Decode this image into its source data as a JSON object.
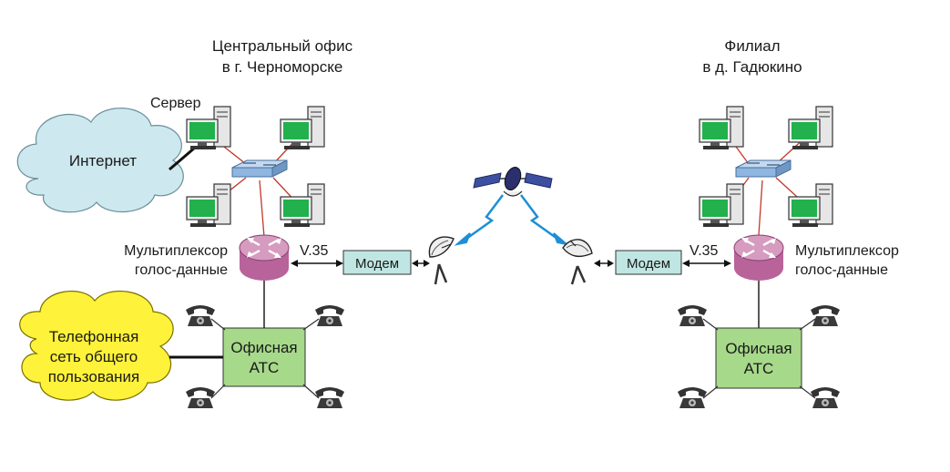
{
  "central": {
    "title_line1": "Центральный офис",
    "title_line2": "в г. Черноморске",
    "server_label": "Сервер",
    "internet_label": "Интернет",
    "mux_line1": "Мультиплексор",
    "mux_line2": "голос-данные",
    "link_label": "V.35",
    "modem_label": "Модем",
    "ats_line1": "Офисная",
    "ats_line2": "АТС",
    "pstn_line1": "Телефонная",
    "pstn_line2": "сеть общего",
    "pstn_line3": "пользования"
  },
  "branch": {
    "title_line1": "Филиал",
    "title_line2": "в д. Гадюкино",
    "mux_line1": "Мультиплексор",
    "mux_line2": "голос-данные",
    "link_label": "V.35",
    "modem_label": "Модем",
    "ats_line1": "Офисная",
    "ats_line2": "АТС"
  },
  "colors": {
    "screen": "#22b14c",
    "cloud_internet": "#cde8ef",
    "cloud_pstn": "#fff23a",
    "mux": "#c47aa8",
    "modem": "#bfe6e2",
    "ats": "#a6d98a",
    "switch": "#8fb6e0",
    "radio": "#1e8fd6",
    "lan_link": "#c0392b"
  },
  "icons": [
    "computer-icon",
    "switch-icon",
    "router-icon",
    "telephone-icon",
    "satellite-dish-icon",
    "satellite-icon"
  ]
}
